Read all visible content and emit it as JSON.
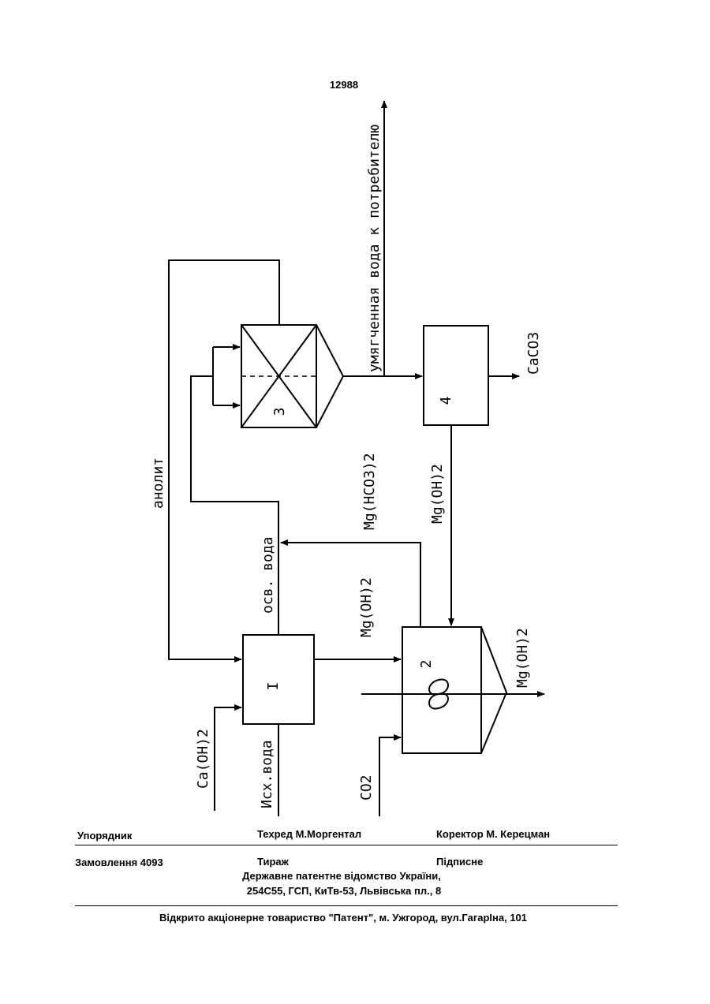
{
  "page_number": "12988",
  "diagram": {
    "units": [
      {
        "id": "unit-1",
        "label": "I"
      },
      {
        "id": "unit-2",
        "label": "2"
      },
      {
        "id": "unit-3",
        "label": "3"
      },
      {
        "id": "unit-4",
        "label": "4"
      }
    ],
    "labels": {
      "product_water": "умягченная вода к потребителю",
      "anolyte": "анолит",
      "clarified_water": "осв. вода",
      "source_water": "Исх.вода",
      "caoh2": "Ca(OH)2",
      "co2": "CO2",
      "caco3": "CaCO3",
      "mghco3": "Mg(HCO3)2",
      "mgoh2_return": "Mg(OH)2",
      "mgoh2_feed": "Mg(OH)2",
      "mgoh2_out": "Mg(OH)2"
    }
  },
  "footer": {
    "row1": {
      "compiler": "Упорядник",
      "techred": "Техред М.Моргентал",
      "corrector": "Коректор М. Керецман"
    },
    "row2": {
      "order": "Замовлення 4093",
      "print_run": "Тираж",
      "subscription": "Підписне"
    },
    "office_line1": "Державне патентне відомство України,",
    "office_line2": "254С55, ГСП, КиТв-53, Львівська пл., 8",
    "publisher": "Відкрито акціонерне товариство  \"Патент\", м. Ужгород, вул.ГагарІна, 101"
  }
}
